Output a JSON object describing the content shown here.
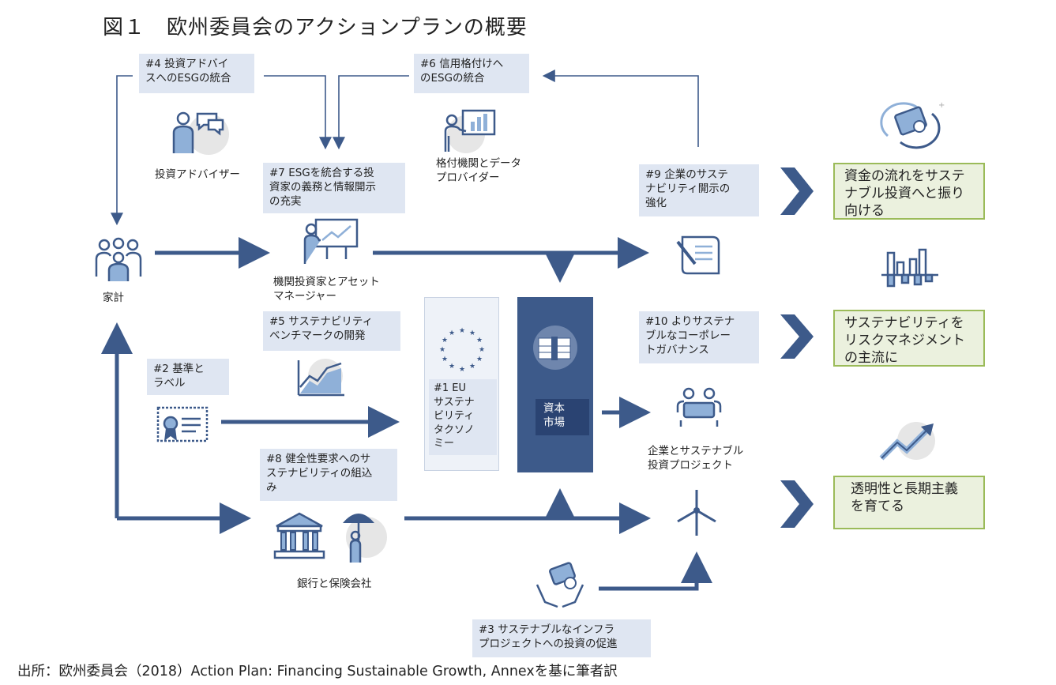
{
  "title": "図１　欧州委員会のアクションプランの概要",
  "source": "出所：欧州委員会（2018）Action Plan: Financing Sustainable Growth, Annexを基に筆者訳",
  "actions": {
    "a4": "#4 投資アドバイ\nスへのESGの統合",
    "a6": "#6 信用格付けへ\nのESGの統合",
    "a7": "#7 ESGを統合する投\n資家の義務と情報開示\nの充実",
    "a9": "#9 企業のサステ\nナビリティ開示の\n強化",
    "a5": "#5 サステナビリティ\nベンチマークの開発",
    "a10": "#10 よりサステナ\nブルなコーポレー\nトガバナンス",
    "a2": "#2 基準と\nラベル",
    "a8": "#8 健全性要求へのサ\nステナビリティの組込\nみ",
    "a3": "#3 サステナブルなインフラ\nプロジェクトへの投資の促進",
    "a1": "#1 EU\nサステナ\nビリティ\nタクソノ\nミー"
  },
  "actors": {
    "advisor": "投資アドバイザー",
    "rating": "格付機関とデータ\nプロバイダー",
    "household": "家計",
    "institutional": "機関投資家とアセット\nマネージャー",
    "banks": "銀行と保険会社",
    "companies": "企業とサステナブル\n投資プロジェクト",
    "capital_market": "資本\n市場"
  },
  "goals": {
    "g1": "資金の流れをサステ\nナブル投資へと振り\n向ける",
    "g2": "サステナビリティを\nリスクマネジメント\nの主流に",
    "g3": "透明性と長期主義\nを育てる"
  },
  "colors": {
    "navy": "#3d5a8a",
    "dark_navy": "#2a4372",
    "light_box": "#dfe6f2",
    "goal_fill": "#ebf1de",
    "goal_border": "#9bbb59"
  },
  "icons": [
    "advisor-icon",
    "rating-chart-icon",
    "household-icon",
    "presentation-icon",
    "contract-icon",
    "benchmark-chart-icon",
    "certificate-icon",
    "eu-flag-icon",
    "money-icon",
    "meeting-icon",
    "bank-icon",
    "umbrella-icon",
    "wind-turbine-icon",
    "hands-co2-icon",
    "co2-cycle-icon",
    "bar-chart-icon",
    "growth-arrow-icon",
    "chevron-icon"
  ]
}
